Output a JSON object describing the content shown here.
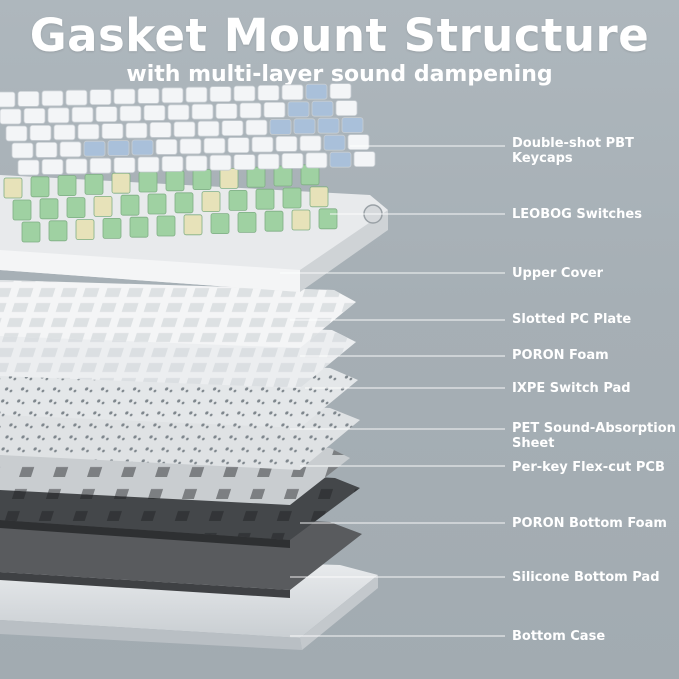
{
  "header": {
    "title": "Gasket Mount Structure",
    "subtitle": "with multi-layer sound dampening"
  },
  "colors": {
    "background": "#a8b1b7",
    "text": "#ffffff",
    "keycap_white": "#f3f5f7",
    "keycap_blue": "#a9c0da",
    "switch_green": "#9fd1a2",
    "dark_layer": "#4a4c4f"
  },
  "layers": [
    {
      "id": "keycaps",
      "label": "Double-shot PBT Keycaps"
    },
    {
      "id": "switches",
      "label": "LEOBOG Switches"
    },
    {
      "id": "upper-cover",
      "label": "Upper Cover"
    },
    {
      "id": "plate",
      "label": "Slotted PC Plate"
    },
    {
      "id": "poron-foam",
      "label": "PORON Foam"
    },
    {
      "id": "ixpe",
      "label": "IXPE Switch Pad"
    },
    {
      "id": "pet",
      "label": "PET Sound-Absorption Sheet"
    },
    {
      "id": "pcb",
      "label": "Per-key Flex-cut PCB"
    },
    {
      "id": "bottom-foam",
      "label": "PORON Bottom Foam"
    },
    {
      "id": "silicone-pad",
      "label": "Silicone Bottom Pad"
    },
    {
      "id": "bottom-case",
      "label": "Bottom Case"
    }
  ]
}
